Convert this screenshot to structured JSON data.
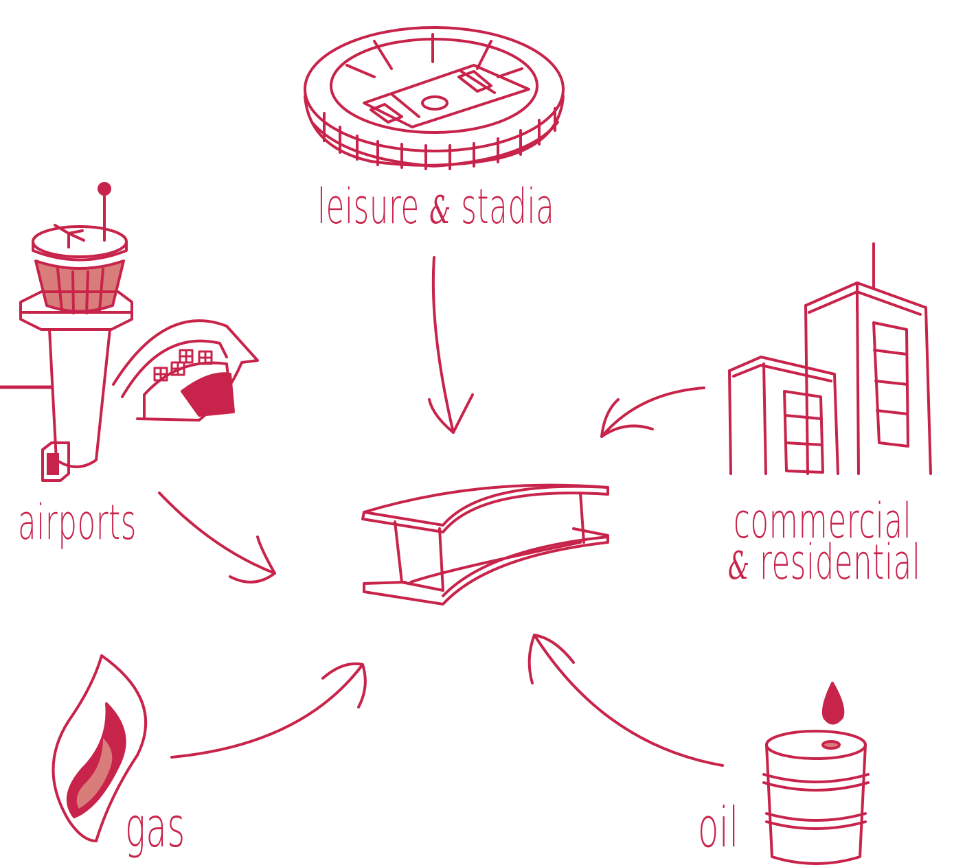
{
  "theme": {
    "stroke": "#c8234a",
    "fill_dark": "#c8234a",
    "fill_light": "#d87d7a"
  },
  "center": {
    "icon": "steel-i-beam-icon"
  },
  "nodes": [
    {
      "id": "stadia",
      "icon": "stadium-icon",
      "label_main": "leisure ",
      "label_amp": "&",
      "label_tail": " stadia"
    },
    {
      "id": "airports",
      "icon": "control-tower-icon",
      "label": "airports"
    },
    {
      "id": "commercial",
      "icon": "buildings-icon",
      "label_line1": "commercial",
      "label_amp": "&",
      "label_line2": " residential"
    },
    {
      "id": "gas",
      "icon": "flame-icon",
      "label": "gas"
    },
    {
      "id": "oil",
      "icon": "oil-barrel-icon",
      "label": "oil"
    }
  ]
}
